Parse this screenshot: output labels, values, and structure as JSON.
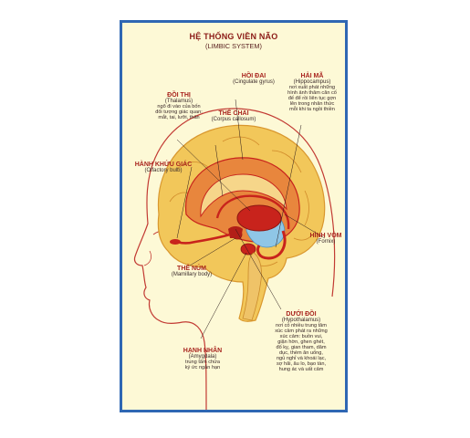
{
  "title": "HỆ THỐNG VIỀN NÃO",
  "subtitle": "(LIMBIC SYSTEM)",
  "labels": {
    "hoi_dai": {
      "name": "HỒI ĐAI",
      "en": "(Cingulate gyrus)"
    },
    "hai_ma": {
      "name": "HẢI MÃ",
      "en": "(Hippocampus)",
      "desc": [
        "nơi xuất phát những",
        "hình ảnh thâm căn cố",
        "đế để rồi liên tục gợn",
        "lên trong nhân thức",
        "mỗi khi ta ngồi thiền"
      ]
    },
    "doi_thi": {
      "name": "ĐỒI THỊ",
      "en": "(Thalamus)",
      "desc": [
        "ngõ đi vào của bốn",
        "đối tượng giác quan:",
        "mắt, tai, lưỡi, thân"
      ]
    },
    "the_chai": {
      "name": "THỂ CHAI",
      "en": "(Corpus callosum)"
    },
    "hanh_khuu_giac": {
      "name": "HÀNH KHỨU GIÁC",
      "en": "(Olfactory bulb)"
    },
    "hinh_vom": {
      "name": "HÌNH VÒM",
      "en": "(Fornix)"
    },
    "the_num": {
      "name": "THỂ NÚM",
      "en": "(Mamillary body)"
    },
    "duoi_doi": {
      "name": "DƯỚI ĐỒI",
      "en": "(Hypothalamus)",
      "desc": [
        "nơi có nhiều trung tâm",
        "xúc cảm phát ra những",
        "xúc cảm: buồn vui,",
        "giận hờn, ghen ghét,",
        "đố kỵ, gian tham, dâm",
        "dục, thèm ăn uống,",
        "ngủ nghỉ và khoái lạc,",
        "sợ hãi, âu lo, bạo tàn,",
        "hung ác và uất cảm"
      ]
    },
    "hanh_nhan": {
      "name": "HẠNH NHÂN",
      "en": "(Amygdala)",
      "desc": [
        "trung tâm chứa",
        "ký ức ngắn hạn"
      ]
    }
  },
  "colors": {
    "frame": "#2f67b3",
    "background": "#fdf9d6",
    "brain": "#f2c75a",
    "brain_inner": "#e8863d",
    "limbic": "#c8231c",
    "ventricle": "#8fc6e6",
    "outline": "#c23a33"
  }
}
